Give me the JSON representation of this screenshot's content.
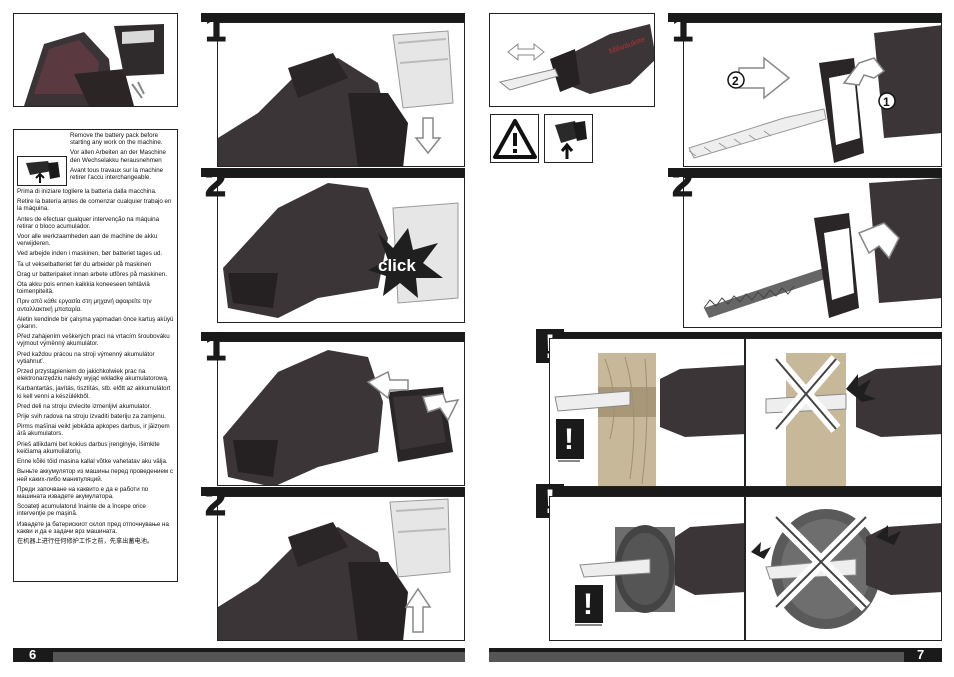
{
  "pages": {
    "left_number": "6",
    "right_number": "7"
  },
  "steps": {
    "one": "1",
    "two": "2"
  },
  "labels": {
    "click": "click",
    "warning": "!",
    "callout_1": "1",
    "callout_2": "2"
  },
  "warnings": [
    "Remove the battery pack before starting any work on the machine.",
    "Vor allen Arbeiten an der Maschine den Wechselakku herausnehmen",
    "Avant tous travaux sur la machine retirer l'accu interchangeable.",
    "Prima di iniziare togliere la batteria dalla macchina.",
    "Retire la batería antes de comenzar cualquier trabajo en la máquina.",
    "Antes de efectuar qualquer intervenção na máquina retirar o bloco acumulador.",
    "Voor alle werkzaamheden aan de machine de akku verwijderen.",
    "Ved arbejde inden i maskinen, bør batteriet tages ud.",
    "Ta ut vekselbatteriet før du arbeider på maskinen",
    "Drag ur batteripaket innan arbete utföres på maskinen.",
    "Ota akku pois ennen kaikkia koneeseen tehtäviä toimenpiteitä.",
    "Πριν από κάθε εργασία στη μηχανή αφαιρείτε την ανταλλακτική μπαταρία.",
    "Aletin kendinde bir çalışma yapmadan önce kartuş aküyü çıkarın.",
    "Před zahájením veškerých prací na vrtacím šroubováku vyjmout výměnný akumulátor.",
    "Pred každou prácou na stroji výmenný akumulátor vytiahnuť.",
    "Przed przystąpieniem do jakichkolwiek prac na elektronarzędziu należy wyjąć wkładkę akumulatorową.",
    "Karbantartás, javítás, tisztítás, stb. előtt az akkumulátort ki kell venni a készülékből.",
    "Pred deli na stroju izvlecite izmenljivi akumulator.",
    "Prije svih radova na stroju izvaditi bateriju za zamjenu.",
    "Pirms mašīnai veikt jebkāda apkopes darbus, ir jāizņem ārā akumulators.",
    "Prieš atlikdami bet kokius darbus įrenginyje, išimkite keičiamą akumuliatorių.",
    "Enne kõiki töid masina kallal võtke vahetatav aku välja.",
    "Выньте аккумулятор из машины перед проведением с ней каких-либо манипуляций.",
    "Преди започване на каквито е да е работи по машината извадете акумулатора.",
    "Scoateţi acumulatorul înainte de a începe orice intervenţie pe maşină.",
    "Извадете ја батерискиот склоп пред отпочнување на какви и да е задачи врз машината.",
    "在机器上进行任何修护工作之前，先拿出蓄电池。"
  ]
}
